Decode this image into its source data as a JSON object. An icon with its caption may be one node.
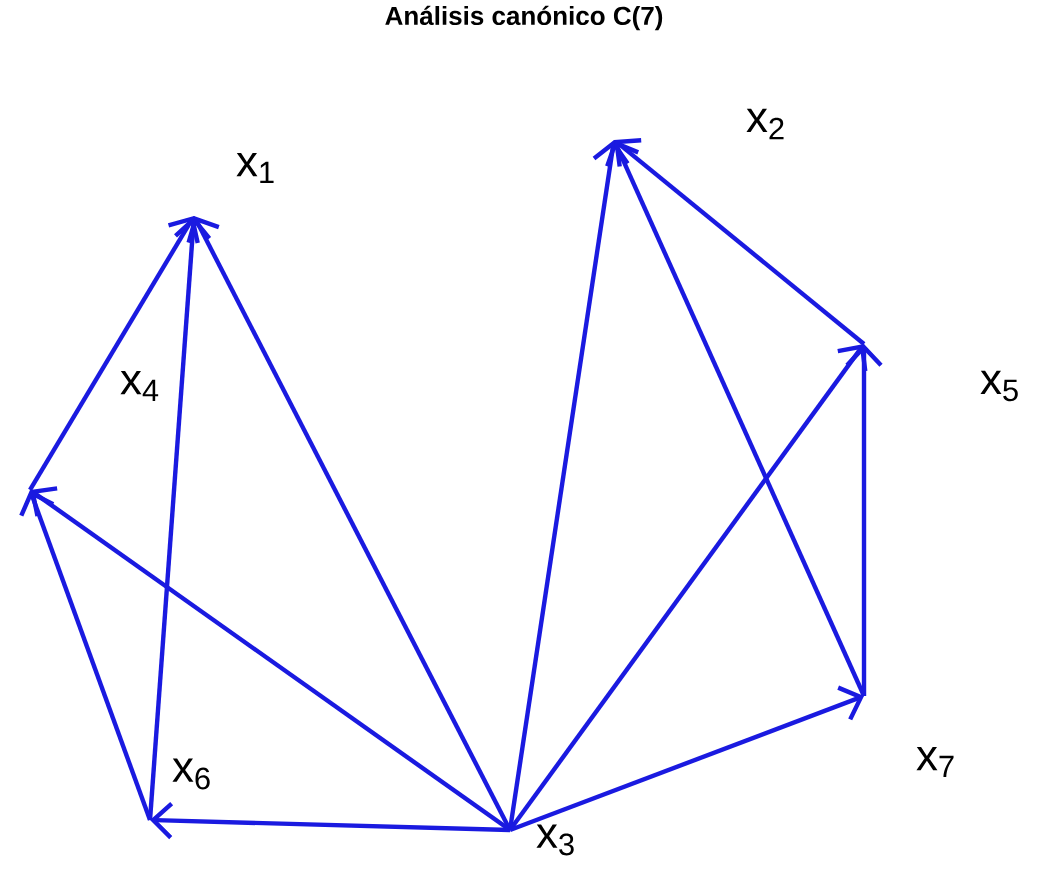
{
  "diagram": {
    "title": "Análisis canónico C(7)",
    "nodes": [
      {
        "text": [],
        "shape": "point",
        "beside": [
          "x$_{1}$"
        ]
      },
      {
        "text": [],
        "shape": "point",
        "beside": [
          "x$_{2}$"
        ]
      },
      {
        "text": [],
        "shape": "point",
        "beside": [
          "x$_{3}$"
        ]
      },
      {
        "text": [],
        "shape": "point",
        "beside": [
          "x$_{4}$"
        ]
      },
      {
        "text": [],
        "shape": "point",
        "beside": [
          "x$_{5}$"
        ]
      },
      {
        "text": [],
        "shape": "point",
        "beside": [
          "x$_{6}$"
        ]
      },
      {
        "text": [],
        "shape": "point",
        "beside": [
          "x$_{7}$"
        ]
      }
    ],
    "edges": [
      {
        "from": 2,
        "to": 0,
        "arrow": "to"
      },
      {
        "from": 5,
        "to": 0,
        "arrow": "to"
      },
      {
        "from": 3,
        "to": 0,
        "arrow": "to"
      },
      {
        "from": 2,
        "to": 3,
        "arrow": "to"
      },
      {
        "from": 5,
        "to": 3,
        "arrow": "to"
      },
      {
        "from": 2,
        "to": 5,
        "arrow": "to"
      },
      {
        "from": 2,
        "to": 1,
        "arrow": "to"
      },
      {
        "from": 6,
        "to": 1,
        "arrow": "to"
      },
      {
        "from": 4,
        "to": 1,
        "arrow": "to"
      },
      {
        "from": 2,
        "to": 4,
        "arrow": "to"
      },
      {
        "from": 6,
        "to": 4,
        "arrow": "to"
      },
      {
        "from": 2,
        "to": 6,
        "arrow": "to"
      }
    ]
  }
}
